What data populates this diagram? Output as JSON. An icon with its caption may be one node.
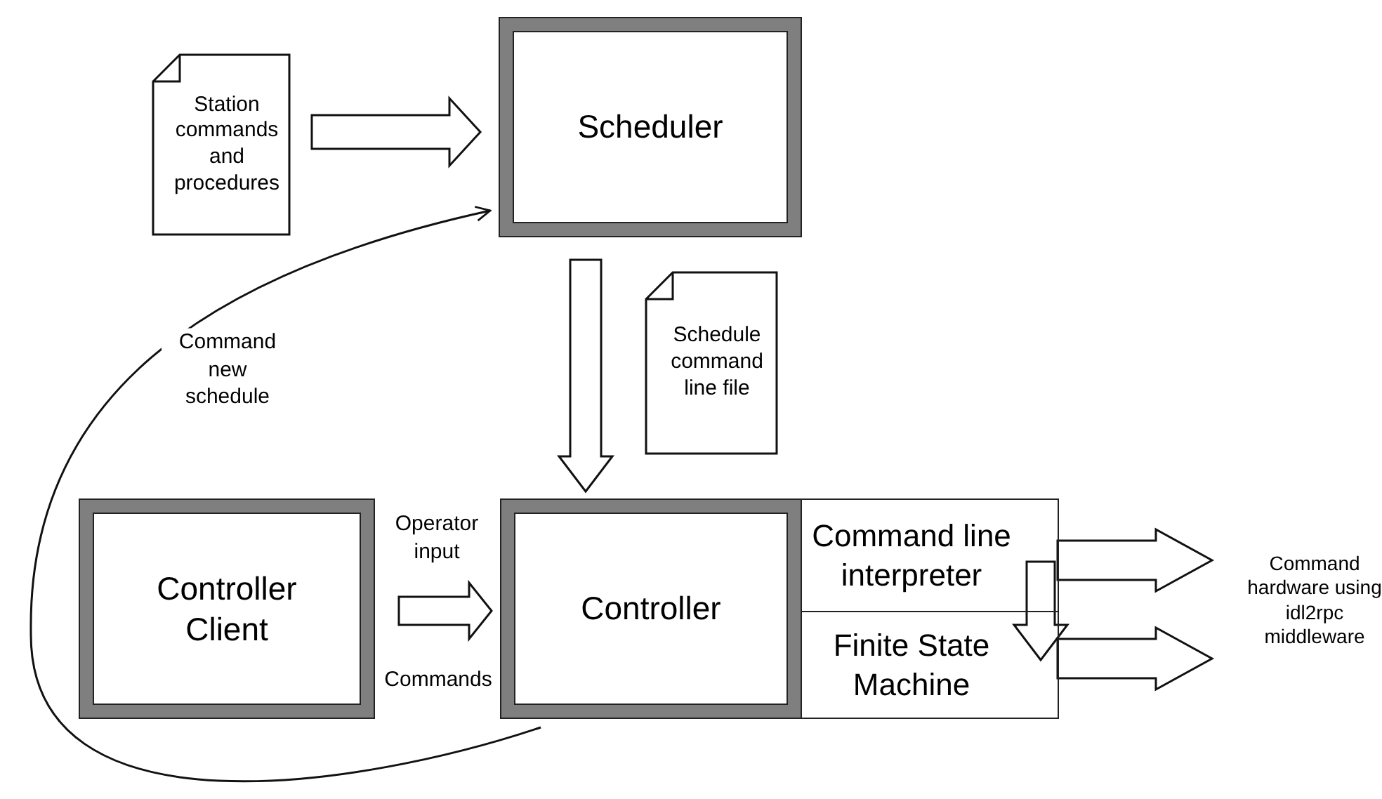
{
  "diagram": {
    "nodes": [
      {
        "text": [
          "Station commands and procedures"
        ]
      },
      {
        "text": [
          "Scheduler"
        ]
      },
      {
        "text": [
          "Schedule command line file"
        ]
      },
      {
        "text": [
          "Controller Client"
        ]
      },
      {
        "text": [
          "Controller"
        ]
      },
      {
        "text": [
          "Command line interpreter"
        ]
      },
      {
        "text": [
          "Finite State Machine"
        ]
      },
      {
        "text": [
          "Command hardware using idl2rpc middleware"
        ]
      }
    ],
    "edges": [
      {
        "from": 0,
        "to": 1,
        "arrow": "to",
        "style": "thick"
      },
      {
        "from": 1,
        "to": 4,
        "arrow": "to",
        "style": "thick"
      },
      {
        "from": 3,
        "to": 4,
        "arrow": "to",
        "style": "thick",
        "label": "Operator input"
      },
      {
        "from": 4,
        "to": 1,
        "arrow": "to",
        "label": "Command new schedule"
      },
      {
        "from": 5,
        "to": 6,
        "arrow": "to",
        "style": "thick"
      },
      {
        "from": 5,
        "to": 7,
        "arrow": "to",
        "style": "thick"
      },
      {
        "from": 6,
        "to": 7,
        "arrow": "to",
        "style": "thick"
      }
    ],
    "labels": [
      "Commands"
    ]
  }
}
